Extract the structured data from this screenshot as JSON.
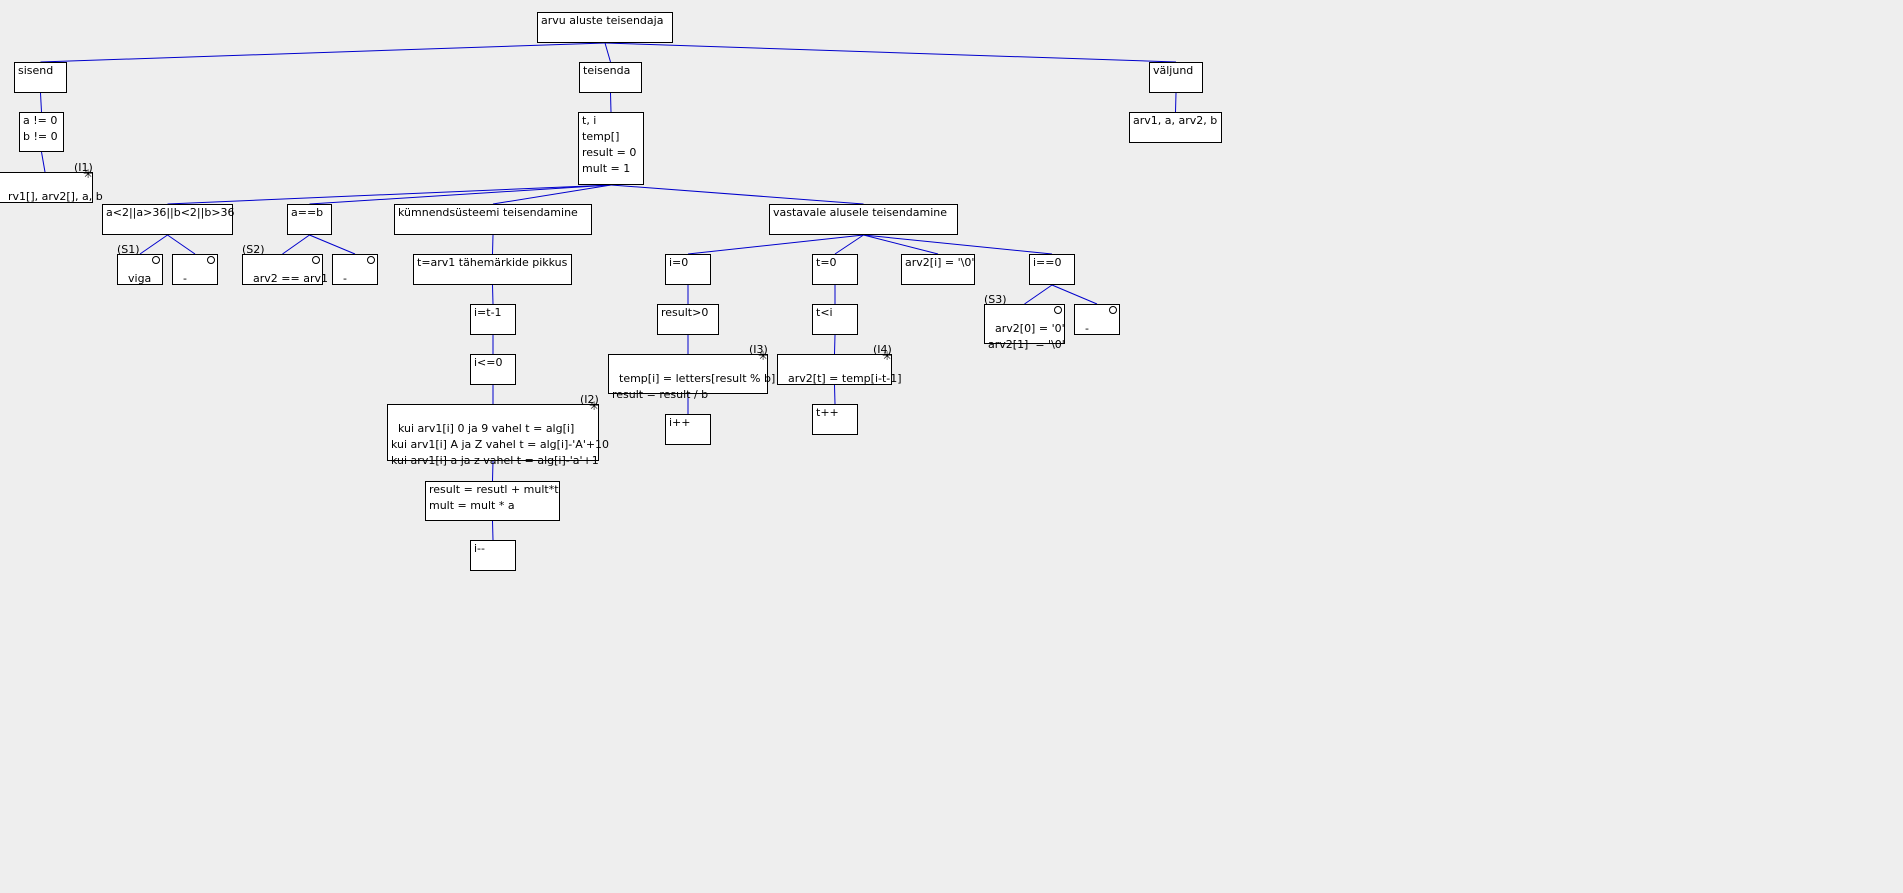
{
  "diagram_title": "arvu aluste teisendaja",
  "nodes": {
    "root": "arvu aluste teisendaja",
    "sisend": "sisend",
    "teisenda": "teisenda",
    "valjund": "väljund",
    "sisend_cond": "a != 0\nb != 0",
    "sisend_read": "rv1[], arv2[], a, b",
    "teisenda_vars": "t, i\ntemp[]\nresult = 0\nmult = 1",
    "valjund_out": "arv1, a, arv2, b",
    "check_range": "a<2||a>36||b<2||b>36",
    "check_eq": "a==b",
    "kumnend": "kümnendsüsteemi teisendamine",
    "vastavale": "vastavale alusele teisendamine",
    "viga": "viga",
    "dash1": "-",
    "arv2_eq_arv1": "arv2 == arv1",
    "dash2": "-",
    "t_len": "t=arv1 tähemärkide pikkus",
    "i_init": "i=t-1",
    "i_cond": "i<=0",
    "kui_block": "kui arv1[i] 0 ja 9 vahel t = alg[i]\nkui arv1[i] A ja Z vahel t = alg[i]-'A'+10\nkui arv1[i] a ja z vahel t = alg[i]-'a'+1",
    "result_calc": "result = resutl + mult*t\nmult = mult * a",
    "i_dec": "i--",
    "i0": "i=0",
    "t0": "t=0",
    "arv2_i": "arv2[i] = '\\0'",
    "i_eq0": "i==0",
    "result_gt0": "result>0",
    "temp_calc": "temp[i] = letters[result % b]\nresult = result / b",
    "i_inc": "i++",
    "t_lt_i": "t<i",
    "arv2_t": "arv2[t] = temp[i-t-1]",
    "t_inc": "t++",
    "arv2_zero": "arv2[0] = '0'\narv2[1]  = '\\0'",
    "dash3": "-"
  },
  "labels": {
    "I1": "(I1)",
    "I2": "(I2)",
    "I3": "(I3)",
    "I4": "(I4)",
    "S1": "(S1)",
    "S2": "(S2)",
    "S3": "(S3)"
  },
  "marks": {
    "star": "✳"
  },
  "colors": {
    "background": "#eeeeee",
    "box": "#ffffff",
    "border": "#000000",
    "edge": "#0000cc"
  },
  "edges": [
    [
      "root",
      "sisend"
    ],
    [
      "root",
      "teisenda"
    ],
    [
      "root",
      "valjund"
    ],
    [
      "sisend",
      "sisend_cond"
    ],
    [
      "sisend_cond",
      "sisend_read"
    ],
    [
      "teisenda",
      "teisenda_vars"
    ],
    [
      "valjund",
      "valjund_out"
    ],
    [
      "teisenda_vars",
      "check_range"
    ],
    [
      "teisenda_vars",
      "check_eq"
    ],
    [
      "teisenda_vars",
      "kumnend"
    ],
    [
      "teisenda_vars",
      "vastavale"
    ],
    [
      "check_range",
      "viga"
    ],
    [
      "check_range",
      "dash1"
    ],
    [
      "check_eq",
      "arv2_eq_arv1"
    ],
    [
      "check_eq",
      "dash2"
    ],
    [
      "kumnend",
      "t_len"
    ],
    [
      "t_len",
      "i_init"
    ],
    [
      "i_init",
      "i_cond"
    ],
    [
      "i_cond",
      "kui_block"
    ],
    [
      "kui_block",
      "result_calc"
    ],
    [
      "result_calc",
      "i_dec"
    ],
    [
      "vastavale",
      "i0"
    ],
    [
      "vastavale",
      "t0"
    ],
    [
      "vastavale",
      "arv2_i"
    ],
    [
      "vastavale",
      "i_eq0"
    ],
    [
      "i0",
      "result_gt0"
    ],
    [
      "result_gt0",
      "temp_calc"
    ],
    [
      "temp_calc",
      "i_inc"
    ],
    [
      "t0",
      "t_lt_i"
    ],
    [
      "t_lt_i",
      "arv2_t"
    ],
    [
      "arv2_t",
      "t_inc"
    ],
    [
      "i_eq0",
      "arv2_zero"
    ],
    [
      "i_eq0",
      "dash3"
    ]
  ]
}
